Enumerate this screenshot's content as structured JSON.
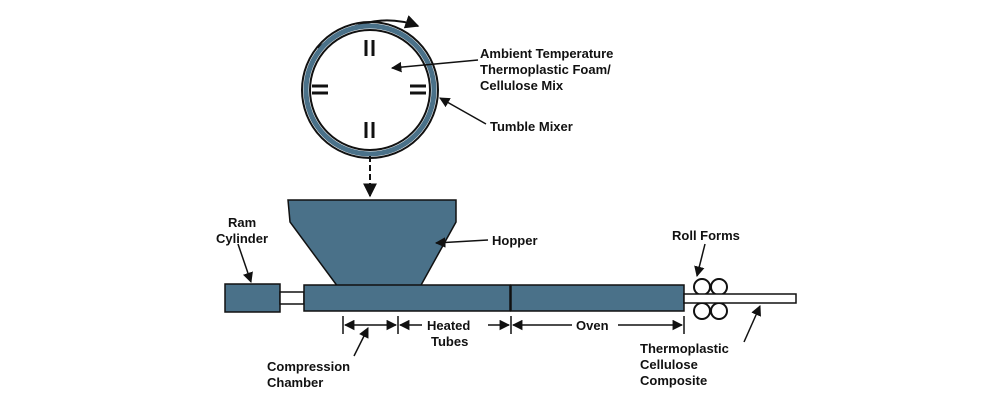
{
  "labels": {
    "mix_line1": "Ambient Temperature",
    "mix_line2": "Thermoplastic Foam/",
    "mix_line3": "Cellulose Mix",
    "tumble_mixer": "Tumble Mixer",
    "ram_line1": "Ram",
    "ram_line2": "Cylinder",
    "hopper": "Hopper",
    "roll_forms": "Roll Forms",
    "heated_line1": "Heated",
    "heated_line2": "Tubes",
    "oven": "Oven",
    "compression_line1": "Compression",
    "compression_line2": "Chamber",
    "composite_line1": "Thermoplastic",
    "composite_line2": "Cellulose",
    "composite_line3": "Composite"
  },
  "colors": {
    "equipment_fill": "#4a7189",
    "ink": "#111111"
  }
}
